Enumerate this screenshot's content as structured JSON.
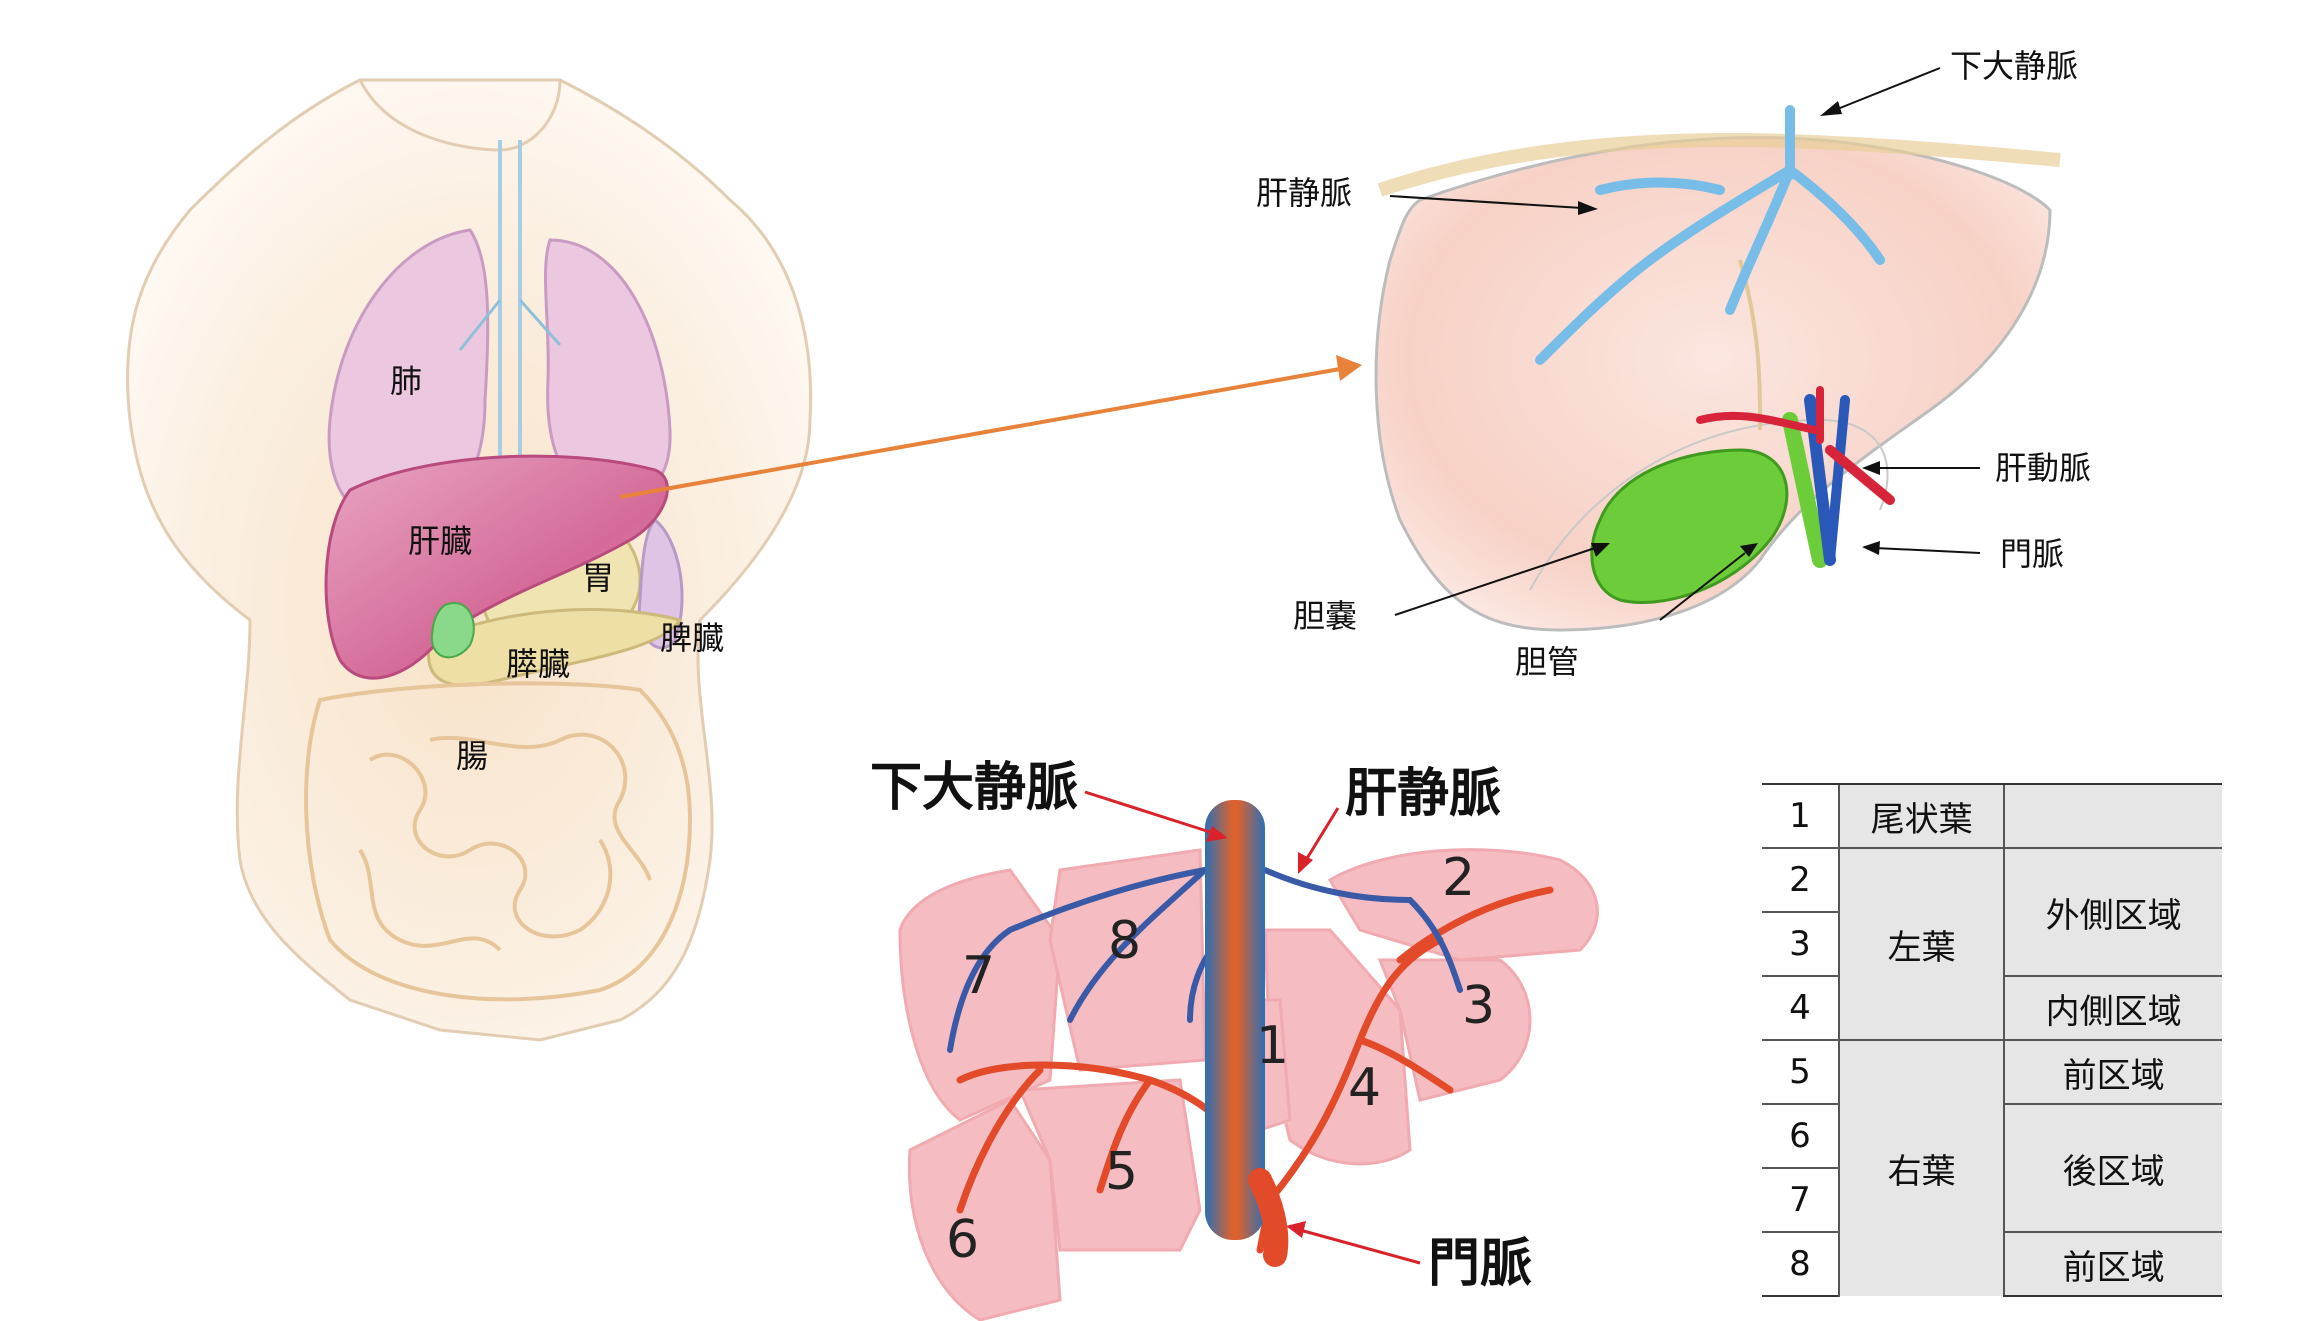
{
  "body_labels": {
    "lung": "肺",
    "liver": "肝臓",
    "stomach": "胃",
    "pancreas": "膵臓",
    "spleen": "脾臓",
    "intestine": "腸"
  },
  "liver_labels": {
    "ivc": "下大静脈",
    "hepatic_vein": "肝静脈",
    "hepatic_artery": "肝動脈",
    "portal_vein": "門脈",
    "gallbladder": "胆嚢",
    "bile_duct": "胆管"
  },
  "segment_labels": {
    "ivc": "下大静脈",
    "hepatic_vein": "肝静脈",
    "portal_vein": "門脈",
    "numbers": [
      "1",
      "2",
      "3",
      "4",
      "5",
      "6",
      "7",
      "8"
    ]
  },
  "segment_table": {
    "rows": [
      {
        "num": "1",
        "lobe": "尾状葉",
        "area": ""
      },
      {
        "num": "2",
        "lobe": "左葉",
        "area": "外側区域"
      },
      {
        "num": "3",
        "lobe": "",
        "area": ""
      },
      {
        "num": "4",
        "lobe": "",
        "area": "内側区域"
      },
      {
        "num": "5",
        "lobe": "右葉",
        "area": "前区域"
      },
      {
        "num": "6",
        "lobe": "",
        "area": "後区域"
      },
      {
        "num": "7",
        "lobe": "",
        "area": ""
      },
      {
        "num": "8",
        "lobe": "",
        "area": "前区域"
      }
    ]
  },
  "colors": {
    "arrow_orange": "#e8823a",
    "label_arrow_red": "#d9222a",
    "liver_pink": "#d96b9a",
    "gallbladder_green": "#6ccc3a",
    "vein_blue": "#6fb6e6",
    "artery_red": "#d8243a",
    "ivc_blue": "#2c6fb5"
  }
}
